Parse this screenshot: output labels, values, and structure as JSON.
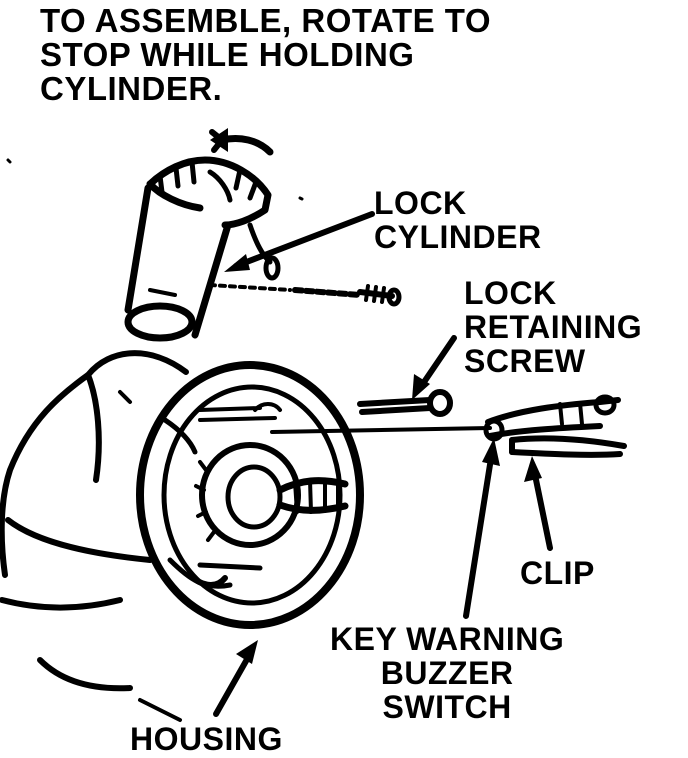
{
  "instruction": {
    "lines": [
      "TO ASSEMBLE, ROTATE TO",
      "STOP WHILE HOLDING",
      "CYLINDER."
    ]
  },
  "labels": {
    "lock_cylinder": [
      "LOCK",
      "CYLINDER"
    ],
    "lock_retaining_screw": [
      "LOCK",
      "RETAINING",
      "SCREW"
    ],
    "clip": [
      "CLIP"
    ],
    "key_warning_buzzer_switch": [
      "KEY WARNING",
      "BUZZER",
      "SWITCH"
    ],
    "housing": [
      "HOUSING"
    ]
  },
  "colors": {
    "ink": "#000000",
    "paper": "#ffffff"
  }
}
